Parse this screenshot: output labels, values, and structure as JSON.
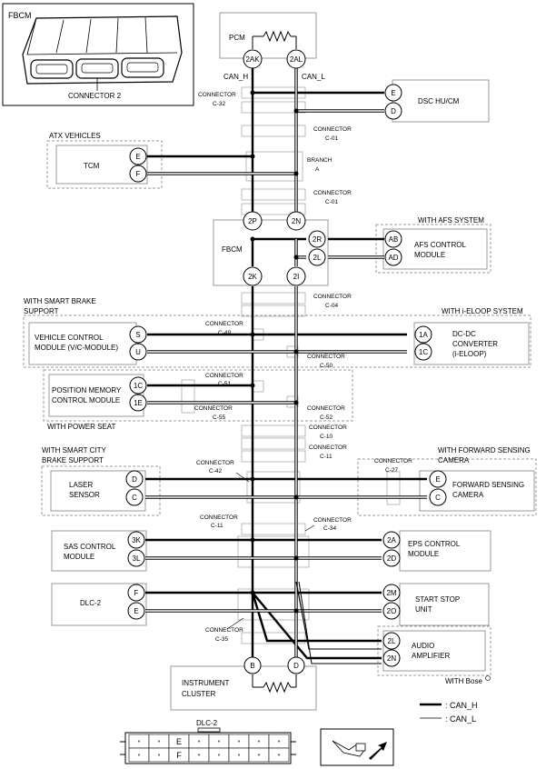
{
  "top_image": {
    "title": "FBCM",
    "connector_label": "CONNECTOR 2"
  },
  "bus": {
    "can_h": "CAN_H",
    "can_l": "CAN_L"
  },
  "modules": {
    "pcm": "PCM",
    "dsc_hu_cm": "DSC HU/CM",
    "tcm": "TCM",
    "fbcm": "FBCM",
    "afs_line1": "AFS CONTROL",
    "afs_line2": "MODULE",
    "vcm_line1": "VEHICLE CONTROL",
    "vcm_line2": "MODULE (V/C-MODULE)",
    "dcdc_line1": "DC-DC",
    "dcdc_line2": "CONVERTER",
    "dcdc_line3": "(i-ELOOP)",
    "pmcm_line1": "POSITION MEMORY",
    "pmcm_line2": "CONTROL MODULE",
    "laser_line1": "LASER",
    "laser_line2": "SENSOR",
    "fsc_line1": "FORWARD SENSING",
    "fsc_line2": "CAMERA",
    "sas_line1": "SAS CONTROL",
    "sas_line2": "MODULE",
    "eps_line1": "EPS CONTROL",
    "eps_line2": "MODULE",
    "dlc2": "DLC-2",
    "ssu_line1": "START STOP",
    "ssu_line2": "UNIT",
    "audio_line1": "AUDIO",
    "audio_line2": "AMPLIFIER",
    "ic_line1": "INSTRUMENT",
    "ic_line2": "CLUSTER"
  },
  "groups": {
    "atx": "ATX VEHICLES",
    "afs": "WITH AFS SYSTEM",
    "scbs_line1": "WITH SMART BRAKE",
    "scbs_line2": "SUPPORT",
    "ieloop": "WITH i-ELOOP SYSTEM",
    "power_seat": "WITH POWER SEAT",
    "city_line1": "WITH SMART CITY",
    "city_line2": "BRAKE SUPPORT",
    "fsc_line1": "WITH FORWARD SENSING",
    "fsc_line2": "CAMERA",
    "bose": "WITH Bose"
  },
  "connectors": {
    "word": "CONNECTOR",
    "c32": "C-32",
    "c01": "C-01",
    "c04": "C-04",
    "c49": "C-49",
    "c50": "C-50",
    "c51": "C-51",
    "c55": "C-55",
    "c52": "C-52",
    "c10": "C-10",
    "c11": "C-11",
    "c42": "C-42",
    "c27": "C-27",
    "c34": "C-34",
    "c35": "C-35",
    "branch": "BRANCH",
    "branch_id": "A"
  },
  "pins": {
    "pcm_h": "2AK",
    "pcm_l": "2AL",
    "dsc_e": "E",
    "dsc_d": "D",
    "tcm_e": "E",
    "tcm_f": "F",
    "fbcm_2p": "2P",
    "fbcm_2n": "2N",
    "fbcm_2k": "2K",
    "fbcm_2i": "2I",
    "fbcm_2r": "2R",
    "fbcm_2l": "2L",
    "afs_ab": "AB",
    "afs_ad": "AD",
    "vcm_s": "S",
    "vcm_u": "U",
    "dcdc_1a": "1A",
    "dcdc_1c": "1C",
    "pm_1c": "1C",
    "pm_1e": "1E",
    "laser_d": "D",
    "laser_c": "C",
    "fsc_e": "E",
    "fsc_c": "C",
    "sas_3k": "3K",
    "sas_3l": "3L",
    "eps_2a": "2A",
    "eps_2d": "2D",
    "dlc_f": "F",
    "dlc_e": "E",
    "ssu_2m": "2M",
    "ssu_2o": "2O",
    "aud_2l": "2L",
    "aud_2n": "2N",
    "ic_b": "B",
    "ic_d": "D"
  },
  "legend": {
    "can_h": ": CAN_H",
    "can_l": ": CAN_L"
  },
  "dlc_connector": {
    "title": "DLC-2",
    "row1": [
      "*",
      "*",
      "E",
      "*",
      "*",
      "*",
      "*",
      "*"
    ],
    "row2": [
      "*",
      "*",
      "F",
      "*",
      "*",
      "*",
      "*",
      "*"
    ]
  }
}
